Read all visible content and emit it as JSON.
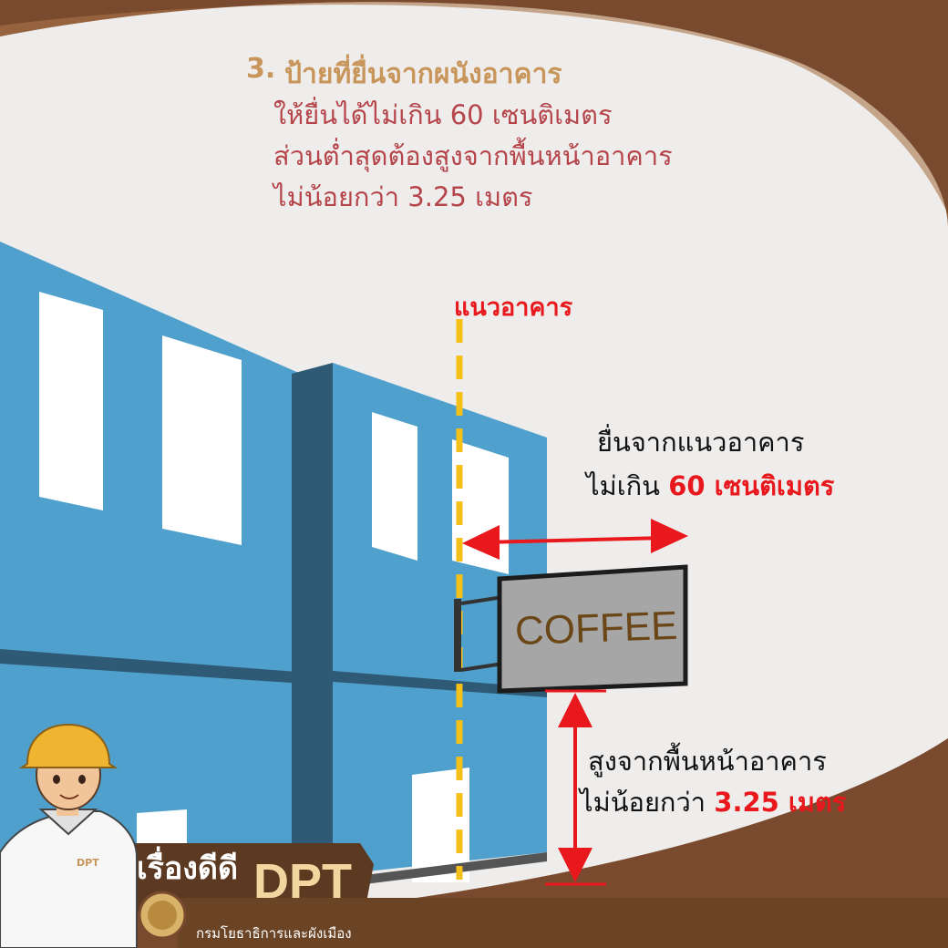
{
  "header": {
    "item_number": "3.",
    "title": "ป้ายที่ยื่นจากผนังอาคาร",
    "line2": "ให้ยื่นได้ไม่เกิน 60 เซนติเมตร",
    "line3": "ส่วนต่ำสุดต้องสูงจากพื้นหน้าอาคาร",
    "line4": "ไม่น้อยกว่า 3.25 เมตร"
  },
  "diagram": {
    "building_line_label": "แนวอาคาร",
    "projection_label_1": "ยื่นจากแนวอาคาร",
    "projection_label_2_prefix": "ไม่เกิน ",
    "projection_label_2_value": "60 เซนติเมตร",
    "height_label_1": "สูงจากพื้นหน้าอาคาร",
    "height_label_2_prefix": "ไม่น้อยกว่า ",
    "height_label_2_value": "3.25 เมตร",
    "sign_text": "COFFEE"
  },
  "brand": {
    "series_name": "เรื่องดีดี",
    "series_brand": "DPT",
    "department": "กรมโยธาธิการและผังเมือง",
    "shirt_logo": "DPT"
  },
  "colors": {
    "accent_brown": "#7a4a2e",
    "title_gold": "#c8955a",
    "body_red": "#b5454a",
    "emphasis_red": "#e8181c",
    "building_blue": "#4fa0cc",
    "guide_yellow": "#f5c018"
  }
}
